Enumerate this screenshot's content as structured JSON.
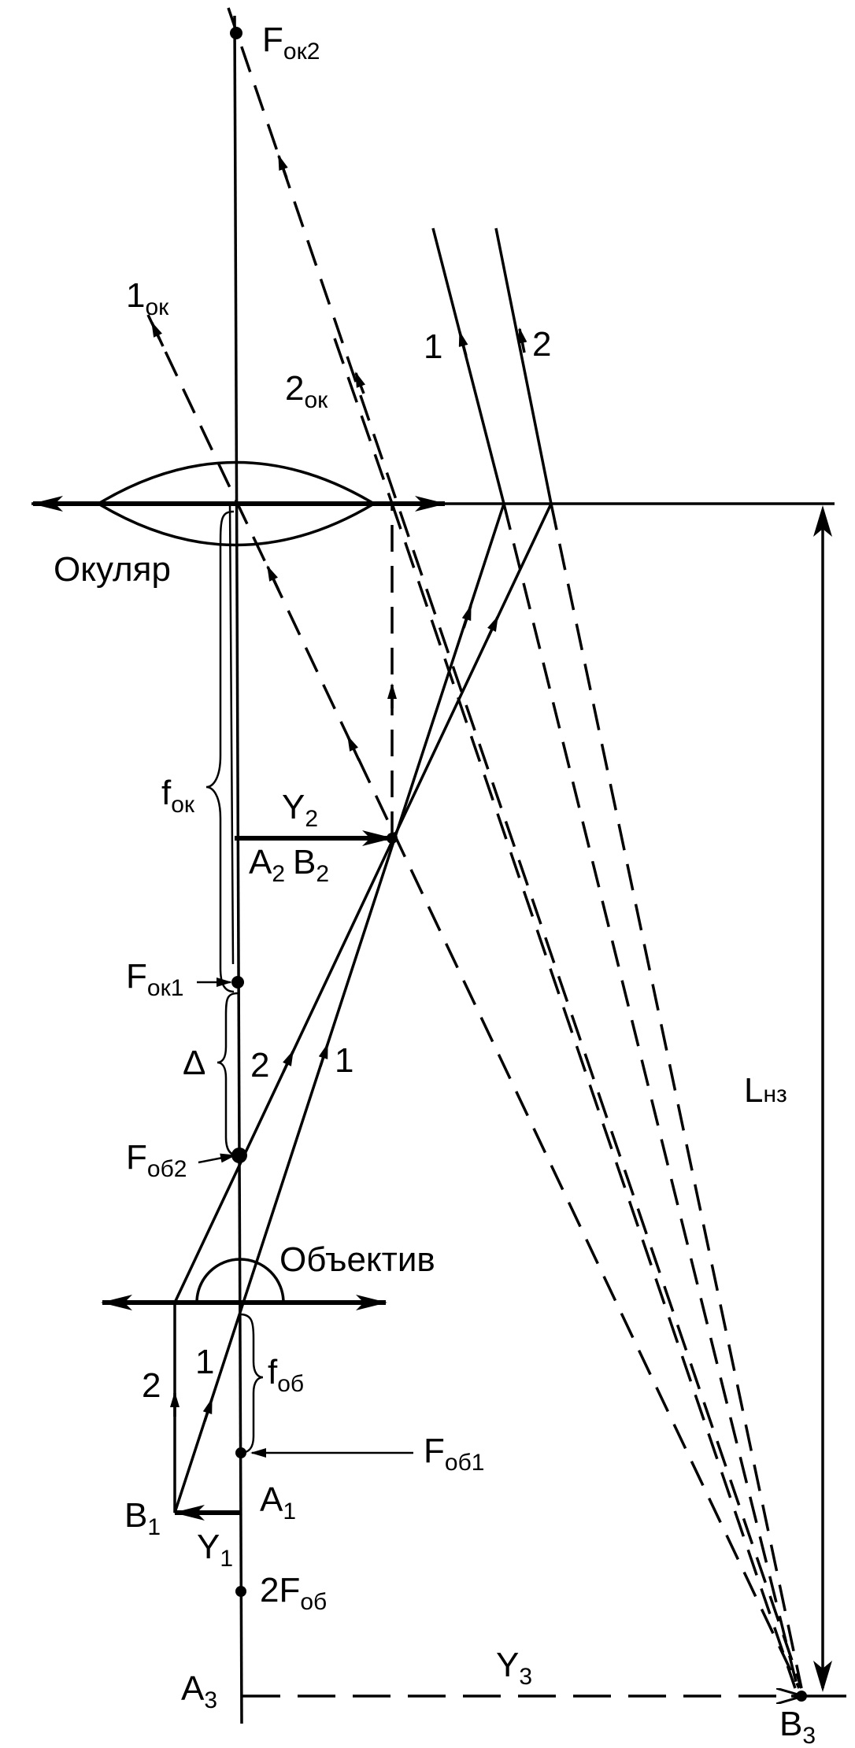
{
  "labels": {
    "f_ok2": {
      "main": "F",
      "sub": "ок2"
    },
    "ray1_ok": {
      "main": "1",
      "sub": "ок"
    },
    "ray2_ok": {
      "main": "2",
      "sub": "ок"
    },
    "ray1_out": "1",
    "ray2_out": "2",
    "eyepiece": "Окуляр",
    "f_ok": {
      "main": "f",
      "sub": "ок"
    },
    "y2": {
      "main": "Y",
      "sub": "2"
    },
    "a2b2": {
      "a": "A",
      "a_sub": "2",
      "b": "B",
      "b_sub": "2"
    },
    "f_ok1": {
      "main": "F",
      "sub": "ок1"
    },
    "delta": "Δ",
    "ray2_mid": "2",
    "ray1_mid": "1",
    "f_ob2": {
      "main": "F",
      "sub": "об2"
    },
    "objective": "Объектив",
    "l_nz": {
      "main": "L",
      "sub": "нз"
    },
    "ray2_low": "2",
    "ray1_low": "1",
    "f_ob": {
      "main": "f",
      "sub": "об"
    },
    "f_ob1": {
      "main": "F",
      "sub": "об1"
    },
    "b1": {
      "main": "B",
      "sub": "1"
    },
    "a1": {
      "main": "A",
      "sub": "1"
    },
    "y1": {
      "main": "Y",
      "sub": "1"
    },
    "two_f_ob": {
      "main": "2F",
      "sub": "об"
    },
    "a3": {
      "main": "A",
      "sub": "3"
    },
    "y3": {
      "main": "Y",
      "sub": "3"
    },
    "b3": {
      "main": "B",
      "sub": "3"
    }
  }
}
